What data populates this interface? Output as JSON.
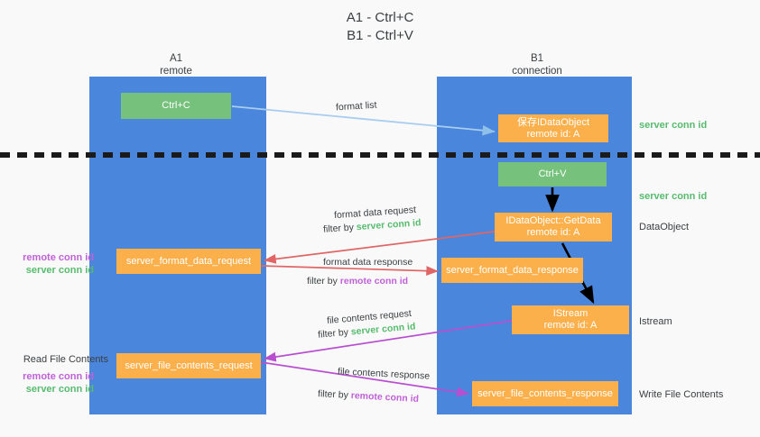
{
  "title": {
    "line1": "A1 - Ctrl+C",
    "line2": "B1 - Ctrl+V"
  },
  "columns": {
    "a1": {
      "name": "A1",
      "sub": "remote"
    },
    "b1": {
      "name": "B1",
      "sub": "connection"
    }
  },
  "nodes": {
    "ctrl_c": {
      "label": "Ctrl+C",
      "color": "#76c17b"
    },
    "save_idataobject": {
      "line1": "保存IDataObject",
      "line2": "remote id: A",
      "color": "#fbb04c"
    },
    "ctrl_v": {
      "label": "Ctrl+V",
      "color": "#76c17b"
    },
    "getdata": {
      "line1": "IDataObject::GetData",
      "line2": "remote id: A",
      "color": "#fbb04c"
    },
    "format_data_request": {
      "label": "server_format_data_request",
      "color": "#fbb04c"
    },
    "format_data_response": {
      "label": "server_format_data_response",
      "color": "#fbb04c"
    },
    "istream": {
      "line1": "IStream",
      "line2": "remote id: A",
      "color": "#fbb04c"
    },
    "file_contents_request": {
      "label": "server_file_contents_request",
      "color": "#fbb04c"
    },
    "file_contents_response": {
      "label": "server_file_contents_response",
      "color": "#fbb04c"
    }
  },
  "edges": {
    "format_list": "format list",
    "format_data_request_l1": "format data request",
    "format_data_request_filter_prefix": "filter by ",
    "format_data_request_filter_key": "server conn id",
    "format_data_response_l1": "format data response",
    "format_data_response_filter_prefix": "filter by ",
    "format_data_response_filter_key": "remote conn id",
    "file_contents_request_l1": "file contents request",
    "file_contents_request_filter_prefix": "filter by ",
    "file_contents_request_filter_key": "server conn id",
    "file_contents_response_l1": "file contents response",
    "file_contents_response_filter_prefix": "filter by ",
    "file_contents_response_filter_key": "remote conn id"
  },
  "annotations": {
    "server_conn_id": "server conn id",
    "remote_conn_id": "remote conn id",
    "dataobject": "DataObject",
    "istream": "Istream",
    "write_file_contents": "Write File Contents",
    "read_file_contents": "Read File Contents"
  },
  "colors": {
    "lane": "#4a86dc",
    "green_node": "#76c17b",
    "orange_node": "#fbb04c",
    "server_conn_id": "#57bb6e",
    "remote_conn_id": "#c061d8",
    "arrow_light_blue": "#a8cdf0",
    "arrow_red": "#e06666",
    "arrow_purple": "#b84fd0",
    "arrow_black": "#000000",
    "background": "#f9f9f9"
  }
}
